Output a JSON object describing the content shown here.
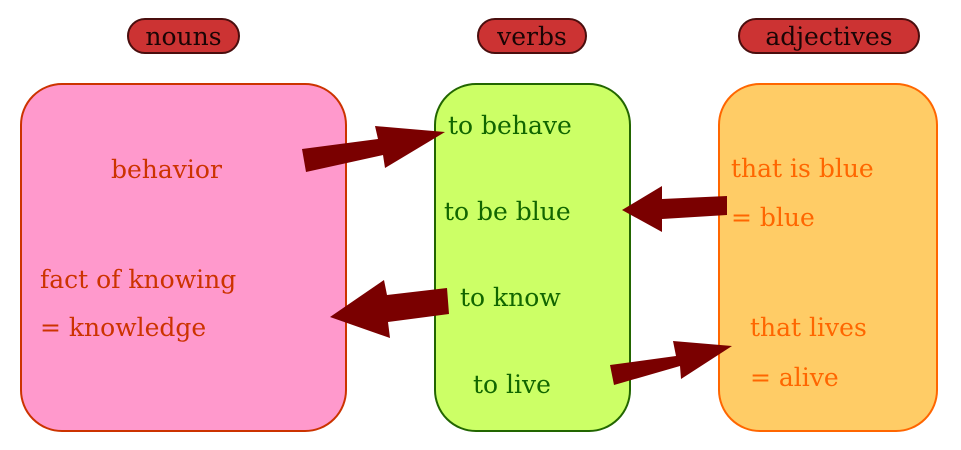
{
  "headers": {
    "nouns": "nouns",
    "verbs": "verbs",
    "adjectives": "adjectives"
  },
  "nouns": {
    "behavior": "behavior",
    "knowing_line1": "fact of knowing",
    "knowing_line2": "= knowledge"
  },
  "verbs": {
    "behave": "to behave",
    "be_blue": "to be blue",
    "know": "to know",
    "live": "to live"
  },
  "adjectives": {
    "blue_line1": "that is blue",
    "blue_line2": "= blue",
    "lives_line1": "that lives",
    "lives_line2": "= alive"
  },
  "colors": {
    "header_fill": "#cc3333",
    "nouns_fill": "#ff99cc",
    "verbs_fill": "#ccff66",
    "adjectives_fill": "#ffcc66",
    "arrow": "#7a0000"
  }
}
